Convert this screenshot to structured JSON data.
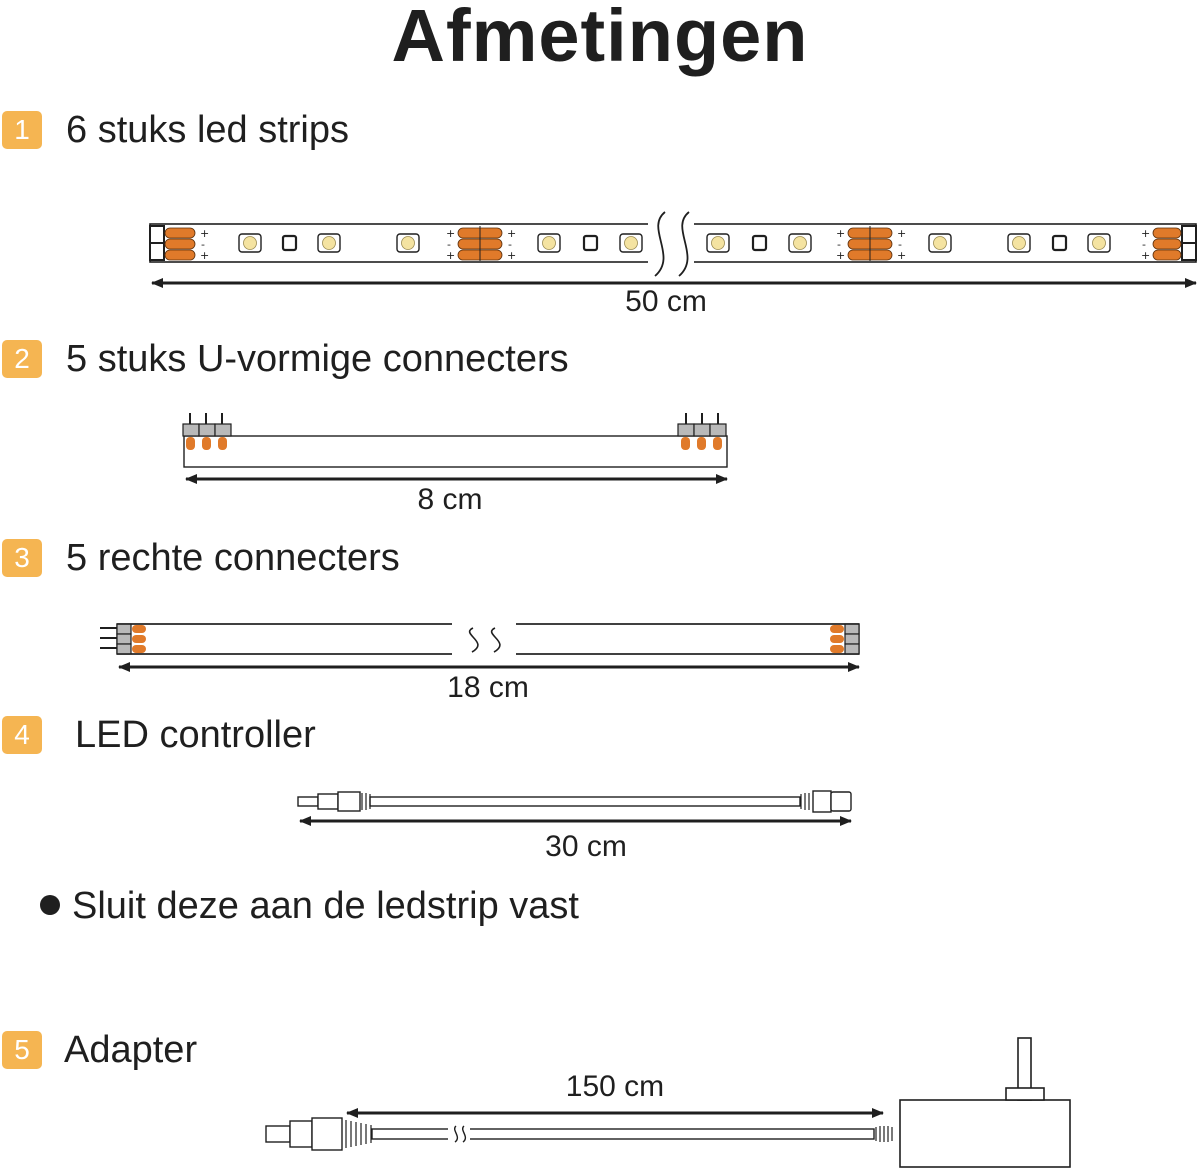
{
  "title": "Afmetingen",
  "colors": {
    "badge": "#f5b552",
    "wire": "#e07a2a",
    "led": "#f4e3a1",
    "line": "#1f1f1f"
  },
  "sections": [
    {
      "number": "1",
      "label": "6 stuks led strips",
      "dimension": "50 cm"
    },
    {
      "number": "2",
      "label": "5 stuks U-vormige connecters",
      "dimension": "8 cm"
    },
    {
      "number": "3",
      "label": "5 rechte connecters",
      "dimension": "18 cm"
    },
    {
      "number": "4",
      "label": "LED controller",
      "dimension": "30 cm"
    },
    {
      "number": "5",
      "label": "Adapter",
      "dimension": "150 cm"
    }
  ],
  "note": "Sluit deze aan de ledstrip vast"
}
